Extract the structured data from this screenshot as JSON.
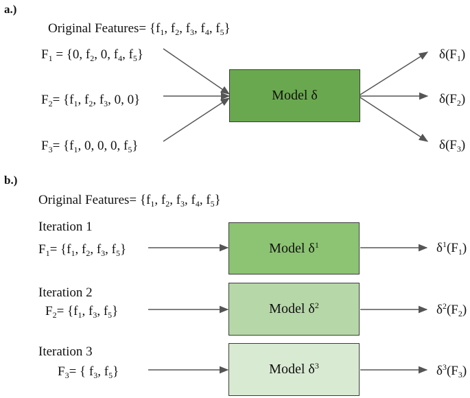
{
  "panel_a": {
    "label": "a.)",
    "original_features": "Original Features= {f1, f2, f3, f4, f5}",
    "inputs": [
      "F1 = {0, f2, 0, f4, f5}",
      "F2= {f1, f2, f3, 0, 0}",
      "F3= {f1, 0, 0, 0, f5}"
    ],
    "model_label": "Model δ",
    "model_color": "#6aa84f",
    "outputs": [
      "δ(F1)",
      "δ(F2)",
      "δ(F3)"
    ]
  },
  "panel_b": {
    "label": "b.)",
    "original_features": "Original Features= {f1, f2, f3, f4, f5}",
    "iterations": [
      {
        "title": "Iteration 1",
        "input": "F1= {f1, f2, f3, f5}",
        "model": "Model δ1",
        "output": "δ1(F1)",
        "color": "#8cc473"
      },
      {
        "title": "Iteration 2",
        "input": "F2= {f1, f3, f5}",
        "model": "Model δ2",
        "output": "δ2(F2)",
        "color": "#b6d7a8"
      },
      {
        "title": "Iteration 3",
        "input": "F3= { f3, f5}",
        "model": "Model δ3",
        "output": "δ3(F3)",
        "color": "#d9ead3"
      }
    ]
  }
}
